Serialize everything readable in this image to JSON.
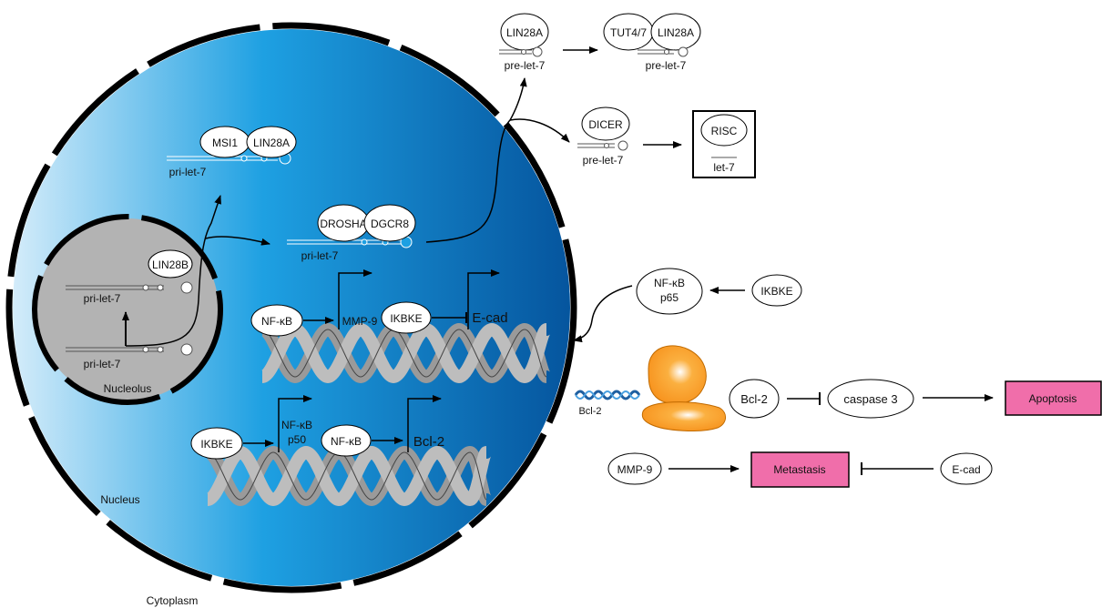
{
  "compartments": {
    "nucleus": "Nucleus",
    "nucleolus": "Nucleolus",
    "cytoplasm": "Cytoplasm"
  },
  "nucleolus": {
    "lin28b": "LIN28B",
    "pri_upper": "pri-let-7",
    "pri_lower": "pri-let-7"
  },
  "nucleus": {
    "msi1": "MSI1",
    "lin28a": "LIN28A",
    "pri_msi": "pri-let-7",
    "drosha": "DROSHA",
    "dgcr8": "DGCR8",
    "pri_drosha": "pri-let-7",
    "dna1": {
      "nfkb": "NF-κB",
      "mmp9": "MMP-9",
      "ikbke": "IKBKE",
      "ecad": "E-cad"
    },
    "dna2": {
      "ikbke": "IKBKE",
      "nfkb_p50_line1": "NF-κB",
      "nfkb_p50_line2": "p50",
      "nfkb": "NF-κB",
      "bcl2": "Bcl-2"
    }
  },
  "cytoplasm": {
    "lin28a": "LIN28A",
    "pre_lin28a": "pre-let-7",
    "tut47": "TUT4/7",
    "lin28a_tut": "LIN28A",
    "pre_tut": "pre-let-7",
    "dicer": "DICER",
    "pre_dicer": "pre-let-7",
    "risc": "RISC",
    "let7": "let-7",
    "nfkb_p65_line1": "NF-κB",
    "nfkb_p65_line2": "p65",
    "ikbke": "IKBKE",
    "bcl2_mrna": "Bcl-2",
    "bcl2_protein": "Bcl-2",
    "caspase3": "caspase 3",
    "apoptosis": "Apoptosis",
    "mmp9": "MMP-9",
    "metastasis": "Metastasis",
    "ecad": "E-cad"
  },
  "colors": {
    "nucleus_light": "#d4ecfa",
    "nucleus_mid": "#1ea0e2",
    "nucleus_dark": "#05559e",
    "nucleolus": "#b3b3b3",
    "outcome_box": "#f06eaa",
    "ribosome": "#f7931e"
  }
}
